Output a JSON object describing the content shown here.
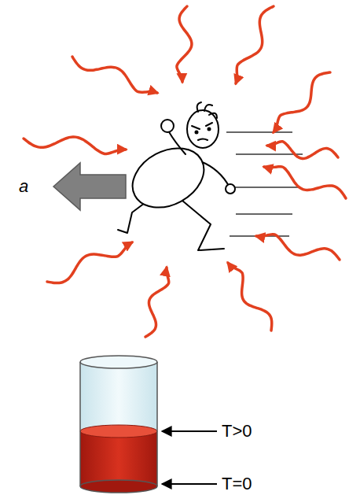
{
  "diagram": {
    "labels": [
      "a",
      "T>0",
      "T=0"
    ]
  }
}
